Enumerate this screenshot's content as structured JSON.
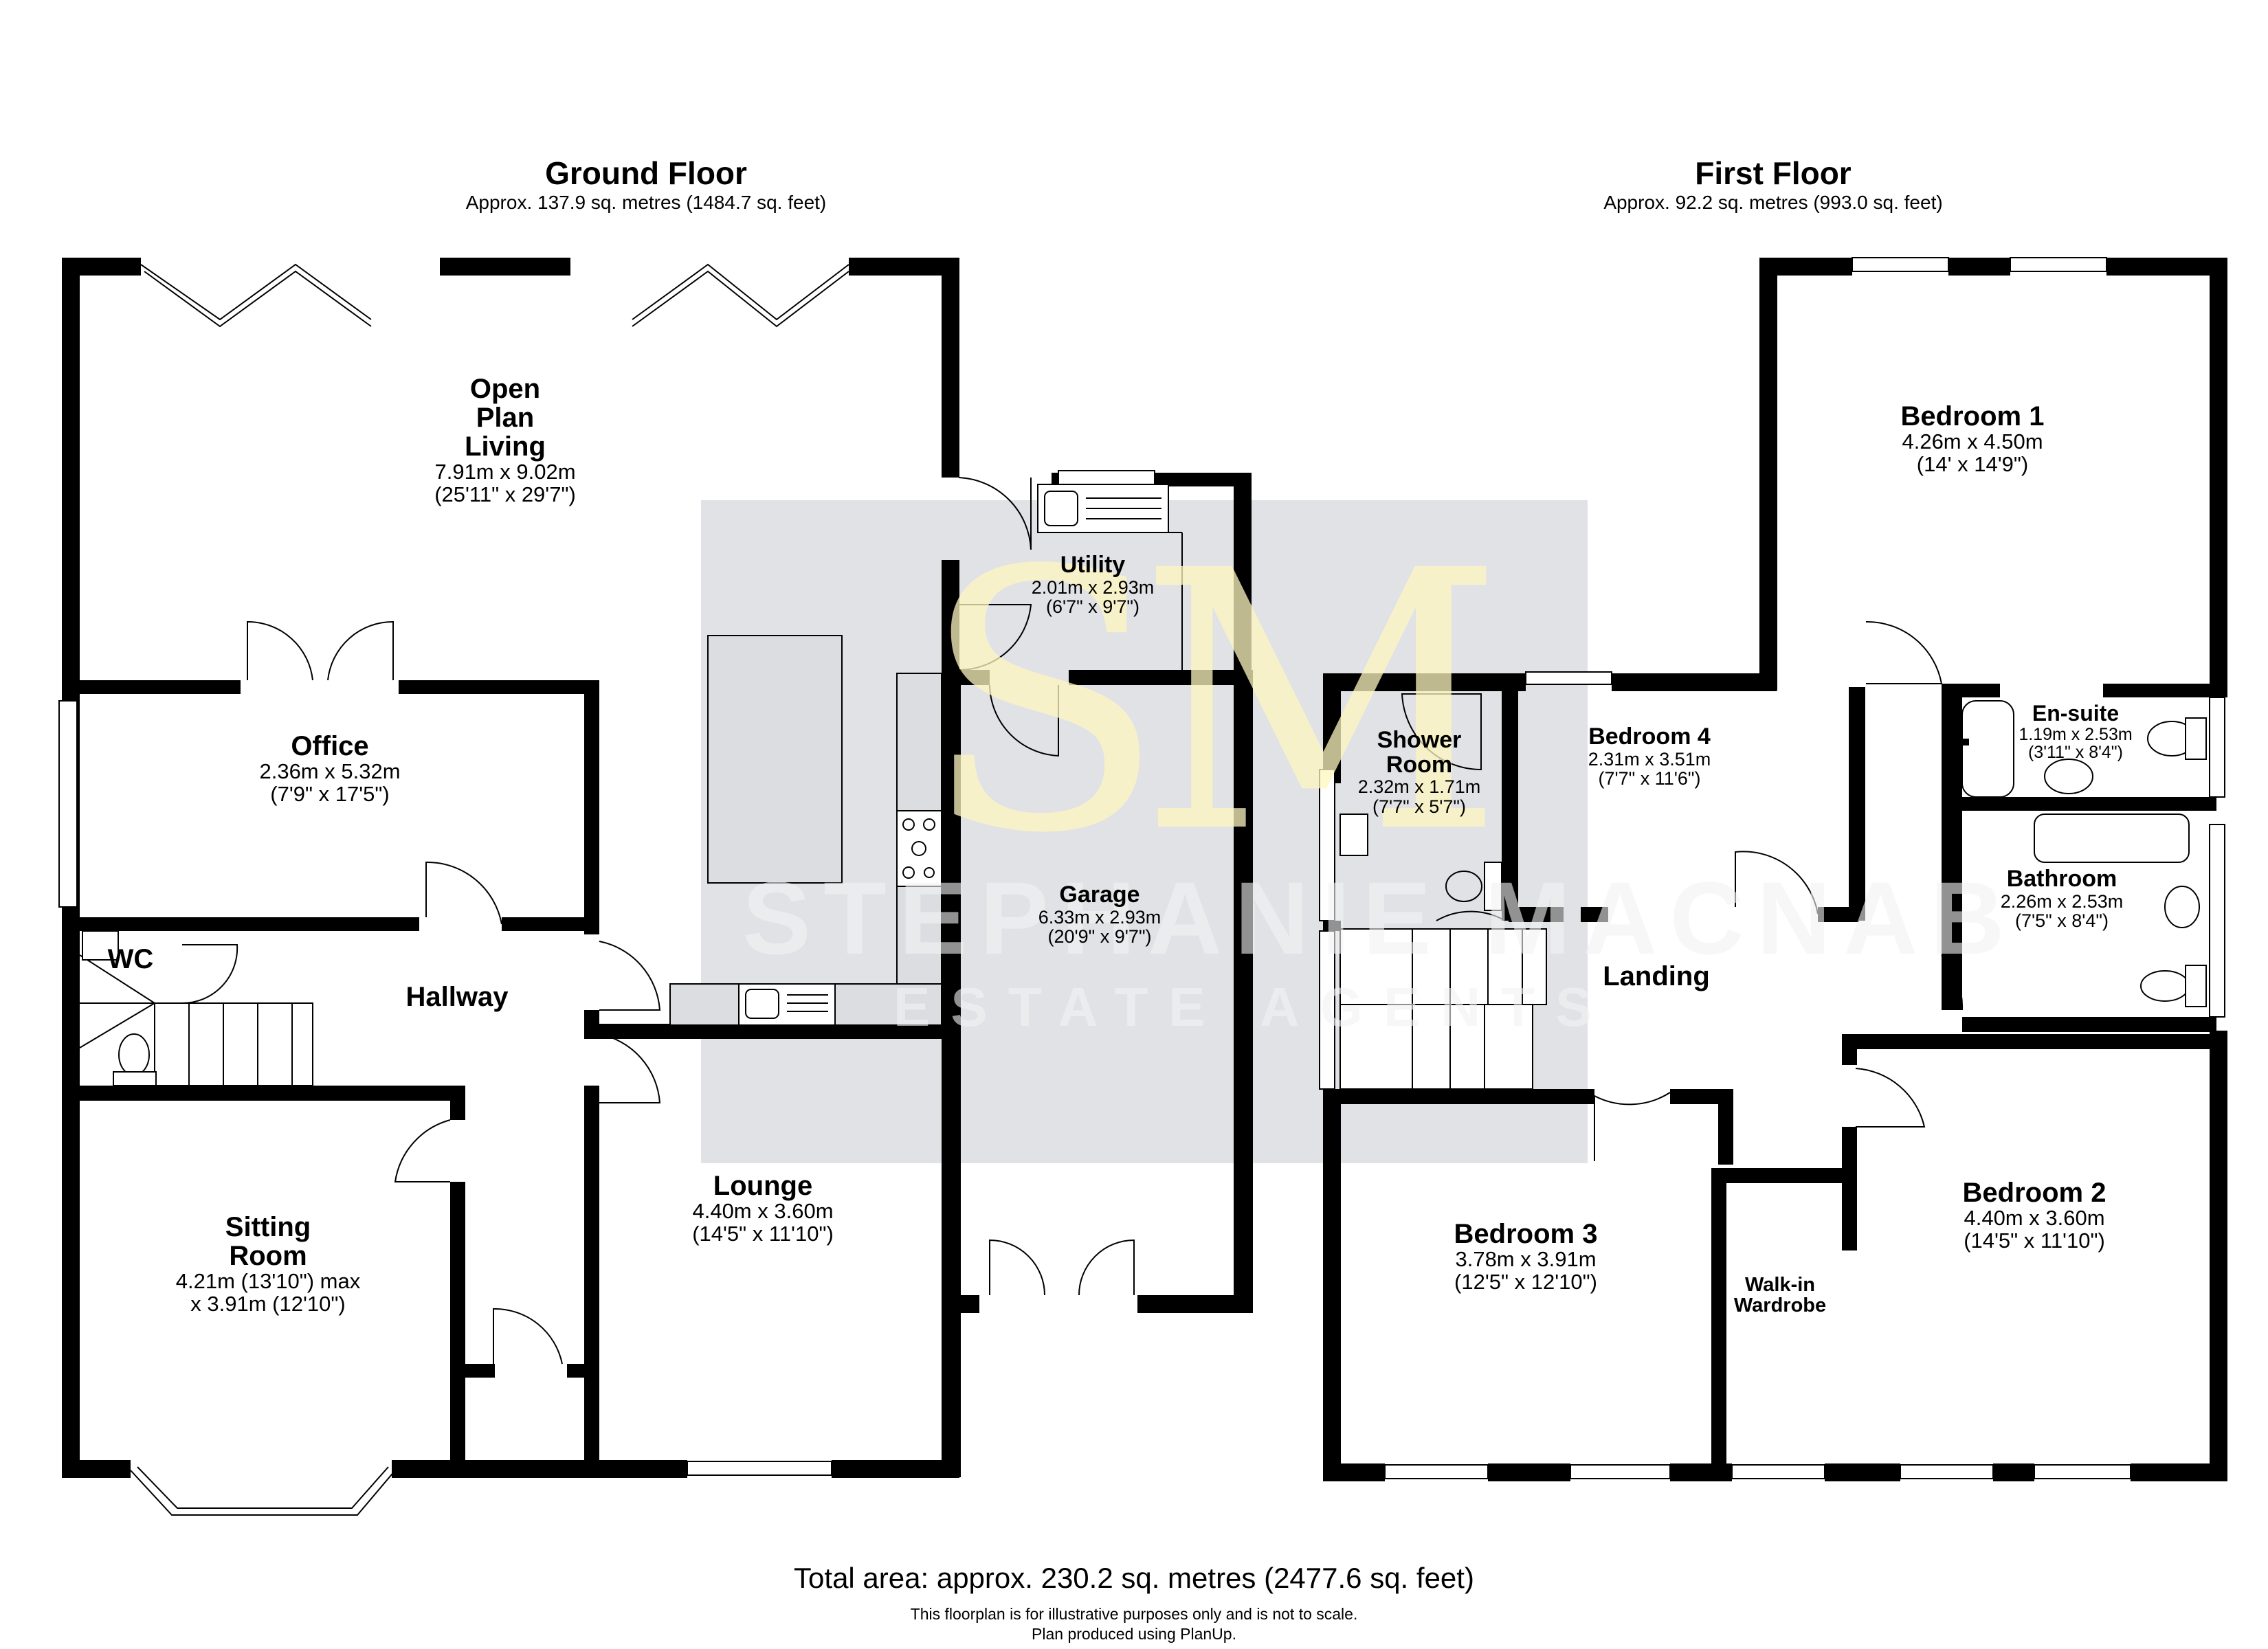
{
  "ground_floor": {
    "title": "Ground Floor",
    "area": "Approx. 137.9 sq. metres (1484.7 sq. feet)",
    "rooms": [
      {
        "name_lines": [
          "Open",
          "Plan",
          "Living"
        ],
        "dim_m": "7.91m x 9.02m",
        "dim_ft": "(25'11\" x 29'7\")"
      },
      {
        "name": "Utility",
        "dim_m": "2.01m x 2.93m",
        "dim_ft": "(6'7\" x 9'7\")"
      },
      {
        "name": "Office",
        "dim_m": "2.36m x 5.32m",
        "dim_ft": "(7'9\" x 17'5\")"
      },
      {
        "name": "Garage",
        "dim_m": "6.33m x 2.93m",
        "dim_ft": "(20'9\" x 9'7\")"
      },
      {
        "name": "WC"
      },
      {
        "name": "Hallway"
      },
      {
        "name_lines": [
          "Sitting",
          "Room"
        ],
        "dim_m": "4.21m (13'10\") max",
        "dim_ft": "x 3.91m (12'10\")"
      },
      {
        "name": "Lounge",
        "dim_m": "4.40m x 3.60m",
        "dim_ft": "(14'5\" x 11'10\")"
      }
    ]
  },
  "first_floor": {
    "title": "First Floor",
    "area": "Approx. 92.2 sq. metres (993.0 sq. feet)",
    "rooms": [
      {
        "name": "Bedroom 1",
        "dim_m": "4.26m x 4.50m",
        "dim_ft": "(14' x 14'9\")"
      },
      {
        "name_lines": [
          "Shower",
          "Room"
        ],
        "dim_m": "2.32m x 1.71m",
        "dim_ft": "(7'7\" x 5'7\")"
      },
      {
        "name": "Bedroom 4",
        "dim_m": "2.31m x 3.51m",
        "dim_ft": "(7'7\" x 11'6\")"
      },
      {
        "name": "En-suite",
        "dim_m": "1.19m x 2.53m",
        "dim_ft": "(3'11\" x 8'4\")"
      },
      {
        "name": "Bathroom",
        "dim_m": "2.26m x 2.53m",
        "dim_ft": "(7'5\" x 8'4\")"
      },
      {
        "name": "Landing"
      },
      {
        "name": "Bedroom 3",
        "dim_m": "3.78m x 3.91m",
        "dim_ft": "(12'5\" x 12'10\")"
      },
      {
        "name_lines": [
          "Walk-in",
          "Wardrobe"
        ]
      },
      {
        "name": "Bedroom 2",
        "dim_m": "4.40m x 3.60m",
        "dim_ft": "(14'5\" x 11'10\")"
      }
    ]
  },
  "footer": {
    "total": "Total area: approx. 230.2 sq. metres (2477.6 sq. feet)",
    "disclaimer_1": "This floorplan is for illustrative purposes only and is not to scale.",
    "disclaimer_2": "Plan produced using PlanUp."
  },
  "watermark": {
    "monogram": "SM",
    "line1": "STEPHANIE MACNAB",
    "line2": "ESTATE AGENTS"
  },
  "colors": {
    "wall": "#000000",
    "watermark_panel": "#dcdde0",
    "watermark_monogram": "#fff7c0"
  }
}
